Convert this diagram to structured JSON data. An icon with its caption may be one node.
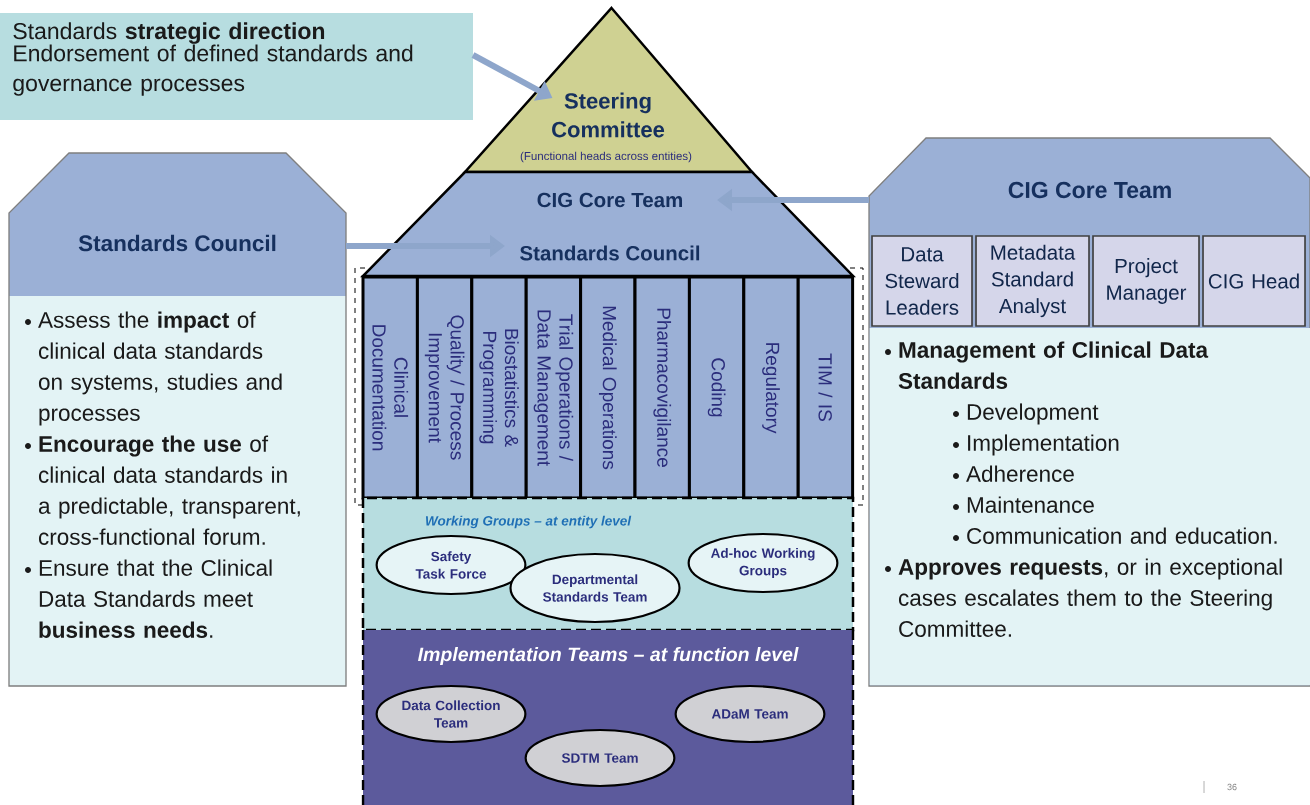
{
  "diagram": {
    "nodes": [
      {
        "text": [
          "Standards **strategic direction**",
          "Endorsement of defined standards and governance processes"
        ]
      },
      {
        "text": [
          "Steering Committee",
          "(Functional heads across entities)"
        ]
      },
      {
        "text": [
          "CIG Core Team",
          "Standards Council"
        ]
      },
      {
        "text": [
          "Clinical Documentation"
        ]
      },
      {
        "text": [
          "Quality / Process Improvement"
        ]
      },
      {
        "text": [
          "Biostatistics & Programming"
        ]
      },
      {
        "text": [
          "Trial Operations / Data Management"
        ]
      },
      {
        "text": [
          "Medical Operations"
        ]
      },
      {
        "text": [
          "Pharmacovigilance"
        ]
      },
      {
        "text": [
          "Coding"
        ]
      },
      {
        "text": [
          "Regulatory"
        ]
      },
      {
        "text": [
          "TIM / IS"
        ]
      },
      {
        "text": [
          "Working Groups – at entity level"
        ]
      },
      {
        "text": [
          "Safety Task Force"
        ],
        "in": 12
      },
      {
        "text": [
          "Departmental Standards Team"
        ],
        "in": 12
      },
      {
        "text": [
          "Ad-hoc Working Groups"
        ],
        "in": 12
      },
      {
        "text": [
          "Implementation Teams – at function level"
        ]
      },
      {
        "text": [
          "Data Collection Team"
        ],
        "in": 16
      },
      {
        "text": [
          "SDTM Team"
        ],
        "in": 16
      },
      {
        "text": [
          "ADaM Team"
        ],
        "in": 16
      },
      {
        "text": [
          "Standards Council",
          "Assess the **impact** of clinical data standards on systems, studies and processes",
          "**Encourage the use** of clinical data standards in a predictable, transparent, cross-functional forum.",
          "Ensure that the Clinical Data Standards meet **business needs**."
        ]
      },
      {
        "text": [
          "CIG Core Team",
          "Management of Clinical Data Standards",
          "Development",
          "Implementation",
          "Adherence",
          "Maintenance",
          "Communication and education.",
          "**Approves requests**, or in exceptional cases escalates them to the Steering Committee."
        ]
      },
      {
        "text": [
          "Data Steward Leaders"
        ],
        "in": 21
      },
      {
        "text": [
          "Metadata Standard Analyst"
        ],
        "in": 21
      },
      {
        "text": [
          "Project Manager"
        ],
        "in": 21
      },
      {
        "text": [
          "CIG Head"
        ],
        "in": 21
      }
    ],
    "edges": [
      {
        "from": 0,
        "to": 1,
        "arrow": "to"
      },
      {
        "from": 20,
        "to": 2,
        "arrow": "to"
      },
      {
        "from": 21,
        "to": 2,
        "arrow": "to"
      }
    ],
    "labels": [
      "36"
    ]
  }
}
